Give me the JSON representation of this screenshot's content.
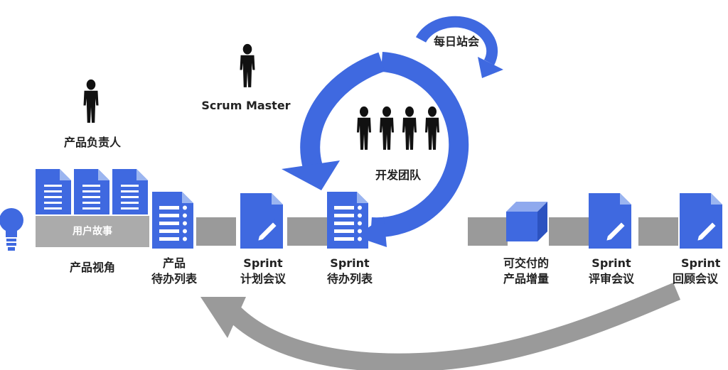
{
  "labels": {
    "product_owner": "产品负责人",
    "scrum_master": "Scrum Master",
    "daily_standup": "每日站会",
    "dev_team": "开发团队",
    "user_stories": "用户故事",
    "product_vision": "产品视角",
    "product_backlog": {
      "line1": "产品",
      "line2": "待办列表"
    },
    "sprint_planning": {
      "line1": "Sprint",
      "line2": "计划会议"
    },
    "sprint_backlog": {
      "line1": "Sprint",
      "line2": "待办列表"
    },
    "increment": {
      "line1": "可交付的",
      "line2": "产品增量"
    },
    "sprint_review": {
      "line1": "Sprint",
      "line2": "评审会议"
    },
    "sprint_retro": {
      "line1": "Sprint",
      "line2": "回顾会议"
    }
  },
  "colors": {
    "primary_blue": "#3f69e0",
    "gray": "#9a9a9a",
    "light_gray": "#ababab",
    "figure": "#111111",
    "text": "#222222"
  }
}
